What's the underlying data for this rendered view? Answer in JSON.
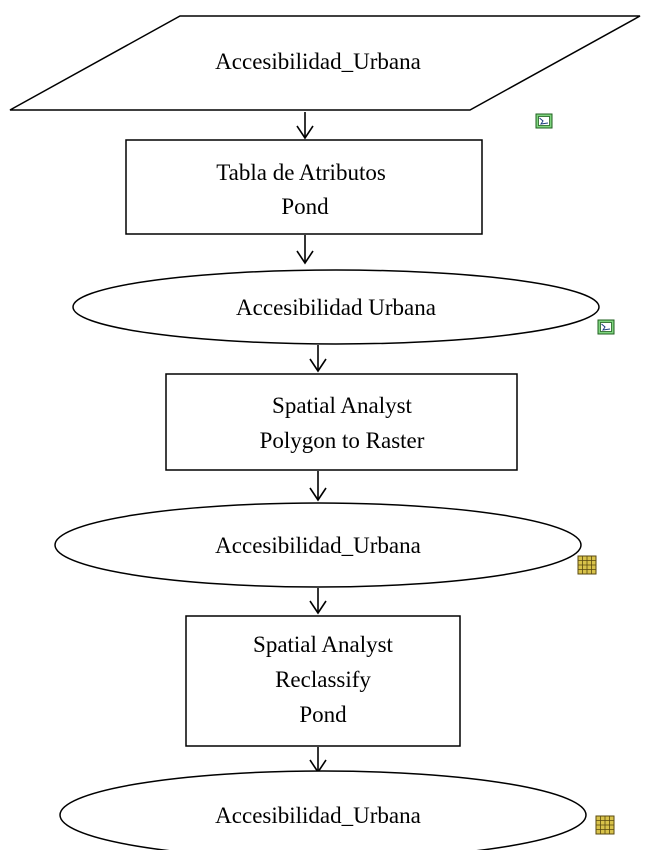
{
  "flowchart": {
    "nodes": [
      {
        "id": "input",
        "shape": "parallelogram",
        "lines": [
          "Accesibilidad_Urbana"
        ]
      },
      {
        "id": "attribute-table",
        "shape": "rectangle",
        "lines": [
          "Tabla de Atributos",
          "Pond"
        ]
      },
      {
        "id": "vector-layer",
        "shape": "ellipse",
        "lines": [
          "Accesibilidad Urbana"
        ],
        "icon": "vector-layer-icon"
      },
      {
        "id": "polygon-to-raster",
        "shape": "rectangle",
        "lines": [
          "Spatial Analyst",
          "Polygon to Raster"
        ]
      },
      {
        "id": "raster-layer",
        "shape": "ellipse",
        "lines": [
          "Accesibilidad_Urbana"
        ],
        "icon": "raster-grid-icon"
      },
      {
        "id": "reclassify",
        "shape": "rectangle",
        "lines": [
          "Spatial Analyst",
          "Reclassify",
          "Pond"
        ]
      },
      {
        "id": "output-layer",
        "shape": "ellipse",
        "lines": [
          "Accesibilidad_Urbana"
        ],
        "icon": "raster-grid-icon"
      }
    ],
    "side_icons": [
      {
        "name": "vector-layer-icon",
        "beside": "input"
      }
    ],
    "colors": {
      "line": "#000000",
      "vector_icon_fill": "#7fd47f",
      "raster_icon_fill": "#d8c24a"
    }
  }
}
